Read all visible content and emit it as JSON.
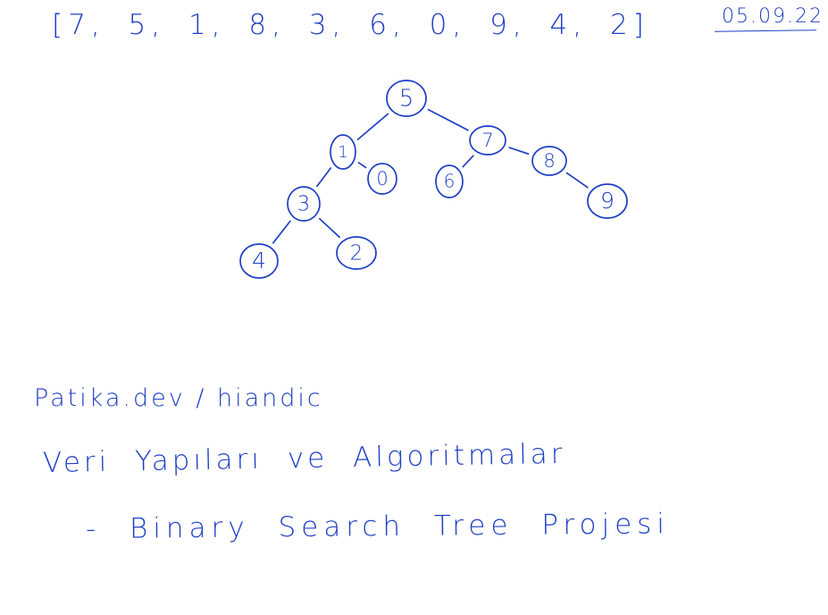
{
  "header": {
    "array_text": "[7, 5, 1, 8, 3, 6, 0, 9, 4, 2]",
    "date": "05.09.22"
  },
  "tree": {
    "nodes": [
      {
        "id": "n5",
        "label": "5"
      },
      {
        "id": "n1",
        "label": "1"
      },
      {
        "id": "n7",
        "label": "7"
      },
      {
        "id": "n0",
        "label": "0"
      },
      {
        "id": "n6",
        "label": "6"
      },
      {
        "id": "n8",
        "label": "8"
      },
      {
        "id": "n3",
        "label": "3"
      },
      {
        "id": "n9",
        "label": "9"
      },
      {
        "id": "n4",
        "label": "4"
      },
      {
        "id": "n2",
        "label": "2"
      }
    ],
    "edges": [
      {
        "from": "n5",
        "to": "n1"
      },
      {
        "from": "n5",
        "to": "n7"
      },
      {
        "from": "n1",
        "to": "n0"
      },
      {
        "from": "n1",
        "to": "n3"
      },
      {
        "from": "n7",
        "to": "n6"
      },
      {
        "from": "n7",
        "to": "n8"
      },
      {
        "from": "n8",
        "to": "n9"
      },
      {
        "from": "n3",
        "to": "n4"
      },
      {
        "from": "n3",
        "to": "n2"
      }
    ]
  },
  "notes": {
    "line1": "Patika.dev / hiandic",
    "line2": "Veri Yapıları ve Algoritmalar",
    "line3": "- Binary Search Tree Projesi"
  },
  "colors": {
    "ink": "#1f3fc4",
    "paper": "#ffffff"
  }
}
